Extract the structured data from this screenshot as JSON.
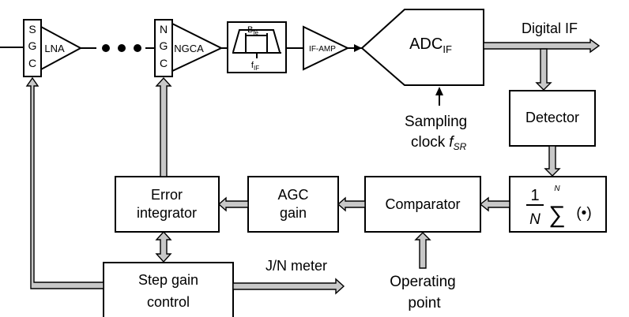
{
  "blocks": {
    "sgc": [
      "S",
      "G",
      "C"
    ],
    "lna": "LNA",
    "ngc": [
      "N",
      "G",
      "C"
    ],
    "ngca": "NGCA",
    "filter_bw": {
      "main": "B",
      "sub": "fe"
    },
    "filter_freq": {
      "main": "f",
      "sub": "IF"
    },
    "if_amp": "IF-AMP",
    "adc": {
      "main": "ADC",
      "sub": "IF"
    },
    "detector": "Detector",
    "sum_fraction": {
      "num": "1",
      "den": "N"
    },
    "sum_limit": "N",
    "sum_symbol": "∑",
    "sum_arg": "(•)",
    "comparator": "Comparator",
    "agc_gain": [
      "AGC",
      "gain"
    ],
    "error_integrator": [
      "Error",
      "integrator"
    ],
    "step_gain": [
      "Step gain",
      "control"
    ]
  },
  "labels": {
    "digital_if": "Digital IF",
    "sampling": "Sampling",
    "clock": "clock",
    "clock_f": "f",
    "clock_sub": "SR",
    "jn_meter": "J/N meter",
    "operating": "Operating",
    "point": "point"
  },
  "colors": {
    "stroke": "#000000",
    "arrow_fill": "#c8c8c8",
    "background": "#ffffff"
  }
}
